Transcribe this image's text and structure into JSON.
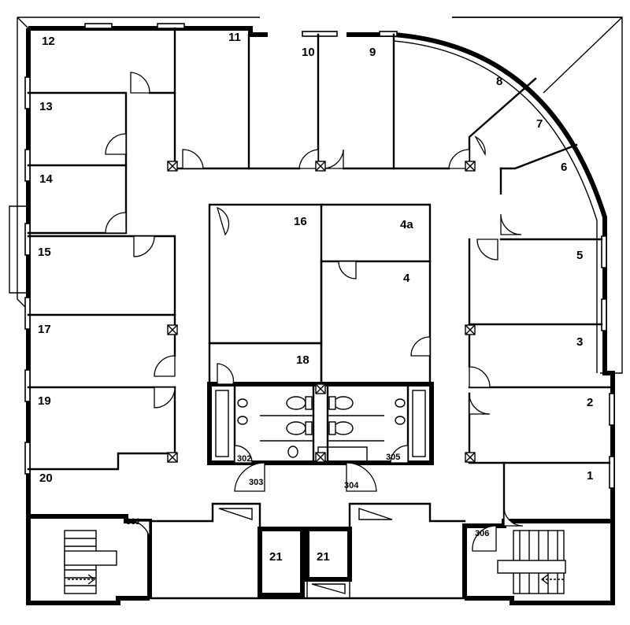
{
  "rooms": [
    {
      "id": "r12",
      "label": "12"
    },
    {
      "id": "r11",
      "label": "11"
    },
    {
      "id": "r10",
      "label": "10"
    },
    {
      "id": "r9",
      "label": "9"
    },
    {
      "id": "r8",
      "label": "8"
    },
    {
      "id": "r7",
      "label": "7"
    },
    {
      "id": "r6",
      "label": "6"
    },
    {
      "id": "r13",
      "label": "13"
    },
    {
      "id": "r14",
      "label": "14"
    },
    {
      "id": "r15",
      "label": "15"
    },
    {
      "id": "r16",
      "label": "16"
    },
    {
      "id": "r4a",
      "label": "4a"
    },
    {
      "id": "r4",
      "label": "4"
    },
    {
      "id": "r5",
      "label": "5"
    },
    {
      "id": "r17",
      "label": "17"
    },
    {
      "id": "r18",
      "label": "18"
    },
    {
      "id": "r3",
      "label": "3"
    },
    {
      "id": "r19",
      "label": "19"
    },
    {
      "id": "r2",
      "label": "2"
    },
    {
      "id": "r20",
      "label": "20"
    },
    {
      "id": "r1",
      "label": "1"
    },
    {
      "id": "r302",
      "label": "302"
    },
    {
      "id": "r305",
      "label": "305"
    },
    {
      "id": "r303",
      "label": "303"
    },
    {
      "id": "r304",
      "label": "304"
    },
    {
      "id": "r301",
      "label": "301"
    },
    {
      "id": "r306",
      "label": "306"
    },
    {
      "id": "r21a",
      "label": "21"
    },
    {
      "id": "r21b",
      "label": "21"
    }
  ]
}
